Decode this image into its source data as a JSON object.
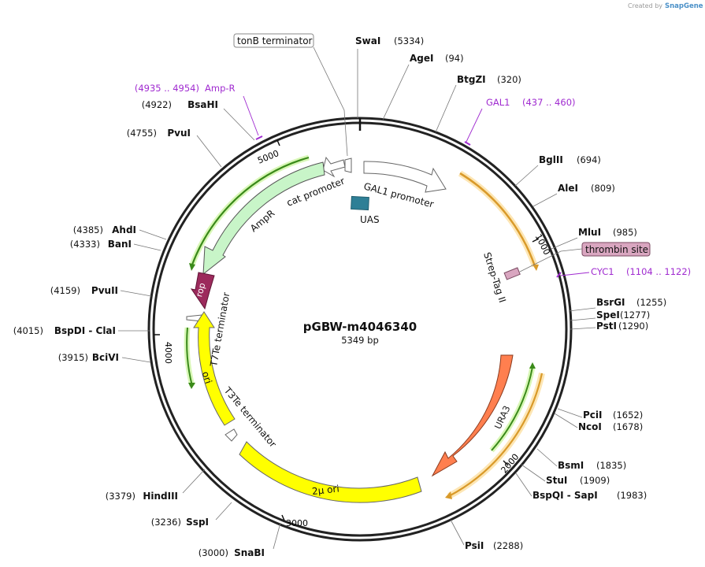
{
  "brand": {
    "prefix": "Created by",
    "name": "SnapGene"
  },
  "plasmid": {
    "name": "pGBW-m4046340",
    "size_label": "5349 bp"
  },
  "map": {
    "tick_labels": [
      "1000",
      "2000",
      "3000",
      "4000",
      "5000"
    ]
  },
  "restriction_sites": [
    {
      "name": "SwaI",
      "pos": "(5334)"
    },
    {
      "name": "AgeI",
      "pos": "(94)"
    },
    {
      "name": "BtgZI",
      "pos": "(320)"
    },
    {
      "name": "BglII",
      "pos": "(694)"
    },
    {
      "name": "AleI",
      "pos": "(809)"
    },
    {
      "name": "MluI",
      "pos": "(985)"
    },
    {
      "name": "BsrGI",
      "pos": "(1255)"
    },
    {
      "name": "SpeI",
      "pos": "(1277)"
    },
    {
      "name": "PstI",
      "pos": "(1290)"
    },
    {
      "name": "PciI",
      "pos": "(1652)"
    },
    {
      "name": "NcoI",
      "pos": "(1678)"
    },
    {
      "name": "BsmI",
      "pos": "(1835)"
    },
    {
      "name": "StuI",
      "pos": "(1909)"
    },
    {
      "name": "BspQI - SapI",
      "pos": "(1983)"
    },
    {
      "name": "PsiI",
      "pos": "(2288)"
    },
    {
      "name": "SnaBI",
      "pos": "(3000)"
    },
    {
      "name": "SspI",
      "pos": "(3236)"
    },
    {
      "name": "HindIII",
      "pos": "(3379)"
    },
    {
      "name": "BciVI",
      "pos": "(3915)"
    },
    {
      "name": "BspDI - ClaI",
      "pos": "(4015)"
    },
    {
      "name": "PvuII",
      "pos": "(4159)"
    },
    {
      "name": "BanI",
      "pos": "(4333)"
    },
    {
      "name": "AhdI",
      "pos": "(4385)"
    },
    {
      "name": "PvuI",
      "pos": "(4755)"
    },
    {
      "name": "BsaHI",
      "pos": "(4922)"
    }
  ],
  "primers": [
    {
      "name": "GAL1",
      "range": "(437 .. 460)"
    },
    {
      "name": "CYC1",
      "range": "(1104 .. 1122)"
    },
    {
      "name": "Amp-R",
      "range": "(4935 .. 4954)"
    }
  ],
  "features": [
    {
      "name": "tonB terminator",
      "color": "#ffffff"
    },
    {
      "name": "GAL1 promoter",
      "color": "#ffffff"
    },
    {
      "name": "UAS",
      "color": "#2e7f96"
    },
    {
      "name": "cat promoter",
      "color": "#ffffff"
    },
    {
      "name": "AmpR",
      "color": "#c8f5c8"
    },
    {
      "name": "Strep-Tag II",
      "color": "#f5a623"
    },
    {
      "name": "thrombin site",
      "color": "#d9a6c0"
    },
    {
      "name": "rop",
      "color": "#9c2a5c"
    },
    {
      "name": "T7Te terminator",
      "color": "#ffffff"
    },
    {
      "name": "ori",
      "color": "#ffff00"
    },
    {
      "name": "T3Te terminator",
      "color": "#ffffff"
    },
    {
      "name": "2μ ori",
      "color": "#ffff00"
    },
    {
      "name": "URA3",
      "color": "#ff7f4f"
    }
  ]
}
